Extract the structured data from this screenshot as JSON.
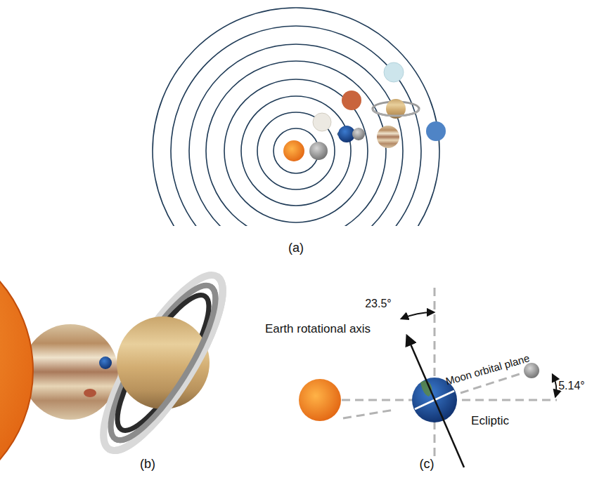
{
  "diagram": {
    "labels": [
      "(a)",
      "23.5°",
      "Earth rotational axis",
      "Moon orbital plane",
      "5.14°",
      "Ecliptic",
      "(b)",
      "(c)"
    ]
  }
}
